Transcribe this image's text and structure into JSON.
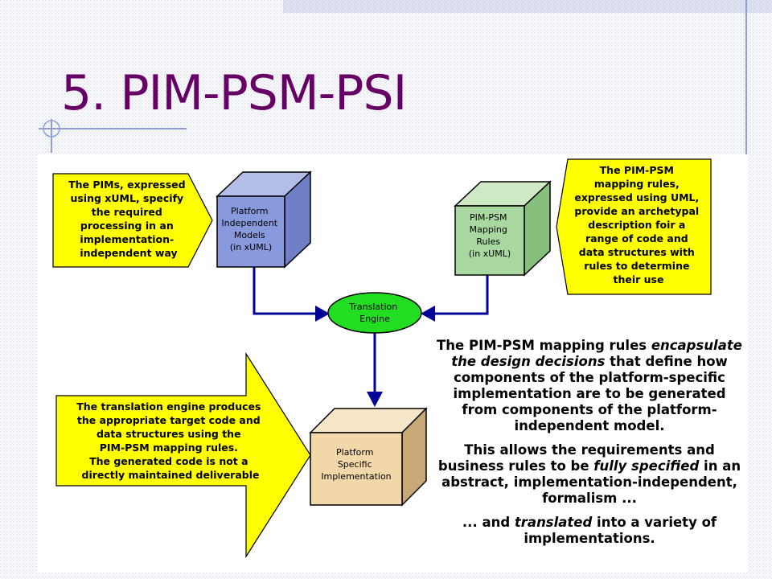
{
  "slide": {
    "title": "5. PIM-PSM-PSI"
  },
  "diagram": {
    "pim_box": {
      "lines": [
        "Platform",
        "Independent",
        "Models",
        "(in xUML)"
      ]
    },
    "mapping_box": {
      "lines": [
        "PIM-PSM",
        "Mapping",
        "Rules",
        "(in xUML)"
      ]
    },
    "engine": {
      "lines": [
        "Translation",
        "Engine"
      ]
    },
    "psi_box": {
      "lines": [
        "Platform",
        "Specific",
        "Implementation"
      ]
    },
    "callout_left_top": {
      "lines": [
        "The PIMs, expressed",
        "using xUML, specify",
        "the required",
        "processing in an",
        "implementation-",
        "independent way"
      ]
    },
    "callout_right_top": {
      "lines": [
        "The PIM-PSM",
        "mapping rules,",
        "expressed using UML,",
        "provide an archetypal",
        "description foir a",
        "range of code and",
        "data structures with",
        "rules to determine",
        "their use"
      ]
    },
    "callout_left_bottom": {
      "lines": [
        "The translation engine produces",
        "the appropriate target code and",
        "data structures using the",
        "PIM-PSM mapping rules.",
        "The generated code is not a",
        "directly maintained deliverable"
      ]
    },
    "colors": {
      "yellow": "#ffff00",
      "blue_box": "#8899dd",
      "green_box": "#a8d8a0",
      "orange_box": "#f2d8a8",
      "engine": "#22dd22",
      "arrow": "#000099"
    }
  },
  "notes": {
    "p1_a": "The PIM-PSM mapping rules ",
    "p1_em": "encapsulate the design decisions",
    "p1_b": " that define how components of the platform-specific implementation are to be generated from components of the platform-independent model.",
    "p2_a": "This allows the requirements  and business rules to be ",
    "p2_em": "fully specified",
    "p2_b": " in an abstract, implementation-independent, formalism ...",
    "p3_a": "... and ",
    "p3_em": "translated",
    "p3_b": " into a variety of implementations."
  }
}
